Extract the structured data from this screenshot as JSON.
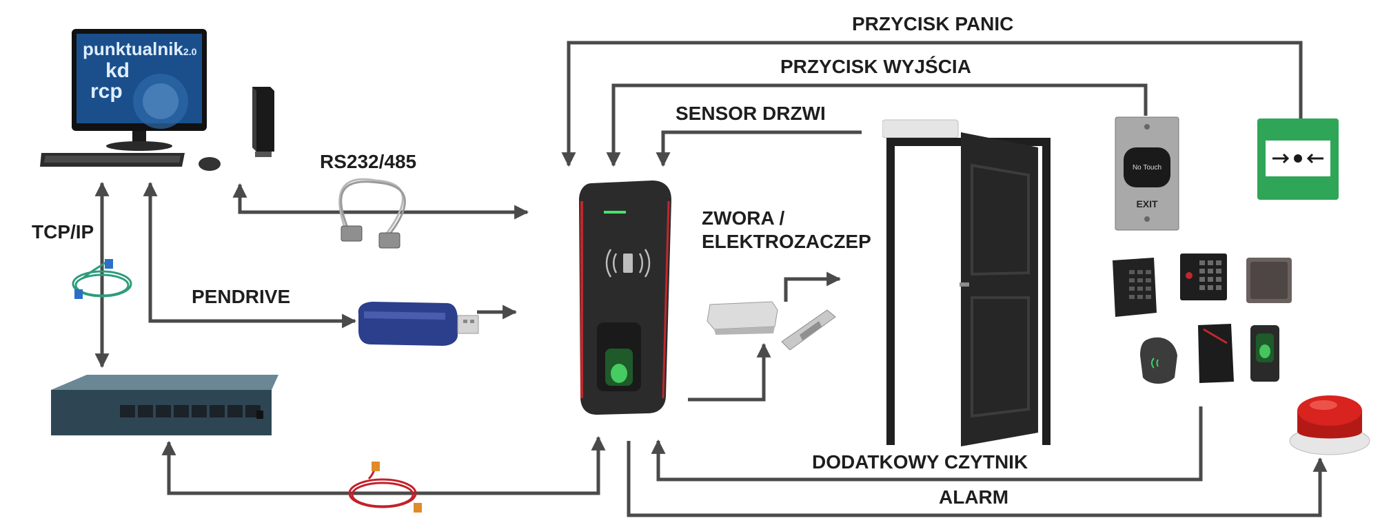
{
  "labels": {
    "panic_button": "PRZYCISK PANIC",
    "exit_button": "PRZYCISK WYJŚCIA",
    "door_sensor": "SENSOR DRZWI",
    "serial": "RS232/485",
    "tcpip": "TCP/IP",
    "pendrive": "PENDRIVE",
    "lock_line1": "ZWORA /",
    "lock_line2": "ELEKTROZACZEP",
    "extra_reader": "DODATKOWY CZYTNIK",
    "alarm": "ALARM"
  },
  "monitor": {
    "line1": "punktualnik",
    "version": "2.0",
    "line2": "kd",
    "line3": "rcp"
  },
  "exit_button_device": {
    "touch_text": "No Touch",
    "exit_text": "EXIT"
  },
  "colors": {
    "wire": "#4a4a4a",
    "terminal_body": "#2b2b2b",
    "terminal_accent": "#c0282d",
    "monitor_screen": "#1a4f8c",
    "switch_body": "#2e4654",
    "green_box": "#2fa557",
    "panic_red": "#d8231f",
    "door": "#1f1f1f"
  }
}
